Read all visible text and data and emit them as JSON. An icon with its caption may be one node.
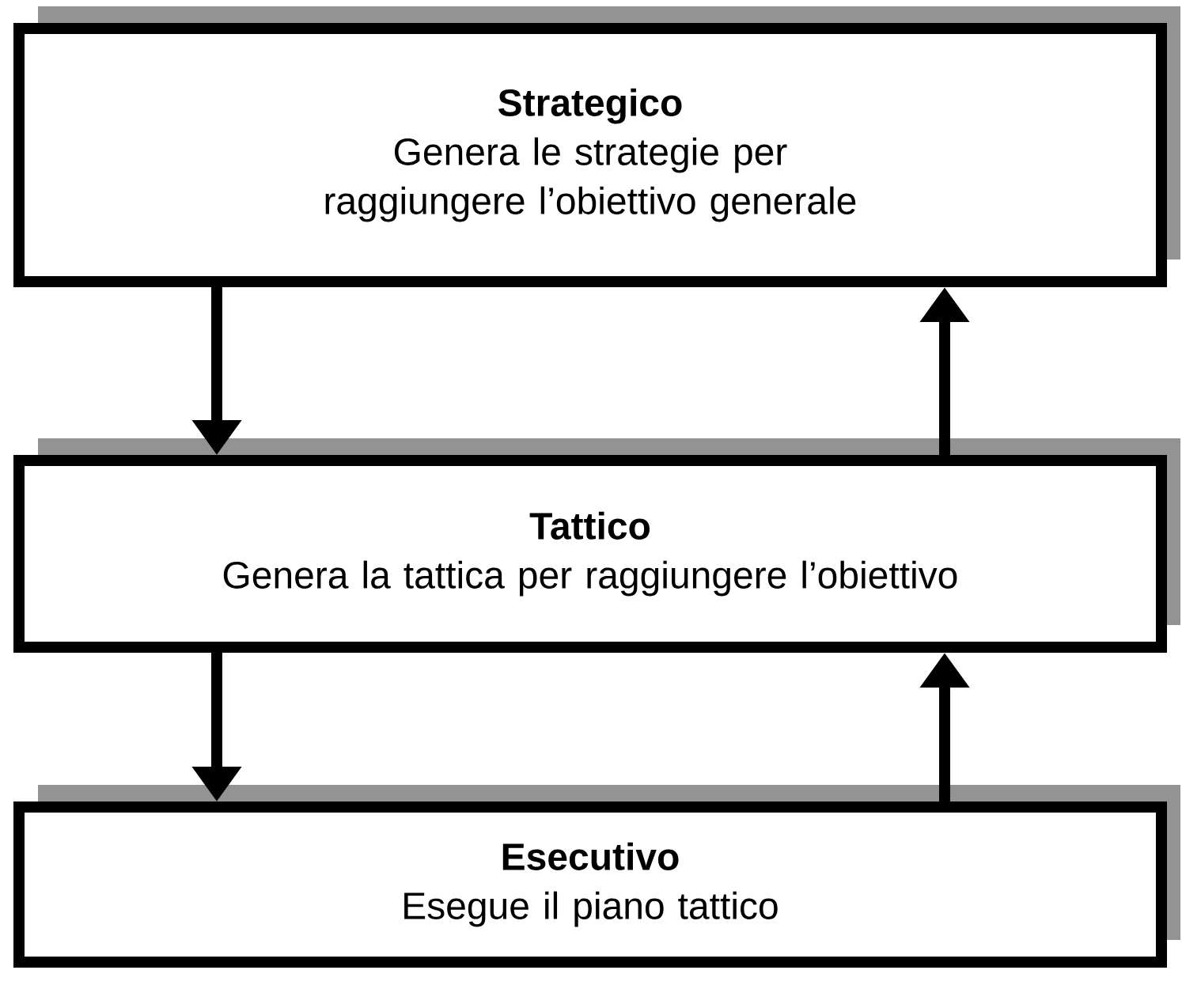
{
  "diagram": {
    "nodes": [
      {
        "text": [
          "Strategico",
          "Genera le strategie per raggiungere l’obiettivo generale"
        ]
      },
      {
        "text": [
          "Tattico",
          "Genera la tattica per raggiungere l’obiettivo"
        ]
      },
      {
        "text": [
          "Esecutivo",
          "Esegue il piano tattico"
        ]
      }
    ],
    "edges": [
      {
        "from": 0,
        "to": 1,
        "arrow": "to"
      },
      {
        "from": 1,
        "to": 0,
        "arrow": "to"
      },
      {
        "from": 1,
        "to": 2,
        "arrow": "to"
      },
      {
        "from": 2,
        "to": 1,
        "arrow": "to"
      }
    ]
  }
}
